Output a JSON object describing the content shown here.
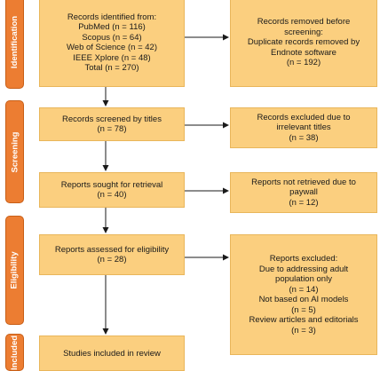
{
  "phases": {
    "identification": "Identification",
    "screening": "Screening",
    "eligibility": "Eligibility",
    "included": "Included"
  },
  "boxes": {
    "identified": {
      "lines": [
        "Records identified from:",
        "PubMed (n = 116)",
        "Scopus (n = 64)",
        "Web of Science (n = 42)",
        "IEEE Xplore (n = 48)",
        "Total (n = 270)"
      ]
    },
    "removed": {
      "lines": [
        "Records removed before",
        "screening:",
        "Duplicate records removed by",
        "Endnote software",
        "(n = 192)"
      ]
    },
    "screened": {
      "lines": [
        "Records screened by titles",
        "(n = 78)"
      ]
    },
    "excluded_titles": {
      "lines": [
        "Records excluded due to",
        "irrelevant titles",
        "(n = 38)"
      ]
    },
    "sought": {
      "lines": [
        "Reports sought for retrieval",
        "(n = 40)"
      ]
    },
    "not_retrieved": {
      "lines": [
        "Reports not retrieved due to",
        "paywall",
        "(n = 12)"
      ]
    },
    "assessed": {
      "lines": [
        "Reports assessed for eligibility",
        "(n = 28)"
      ]
    },
    "excluded_reports": {
      "lines": [
        "Reports excluded:",
        "Due to addressing adult",
        "population only",
        "(n = 14)",
        "Not based on AI models",
        "(n = 5)",
        "Review articles and editorials",
        "(n = 3)"
      ]
    },
    "included": {
      "lines": [
        "Studies included in review"
      ]
    }
  }
}
